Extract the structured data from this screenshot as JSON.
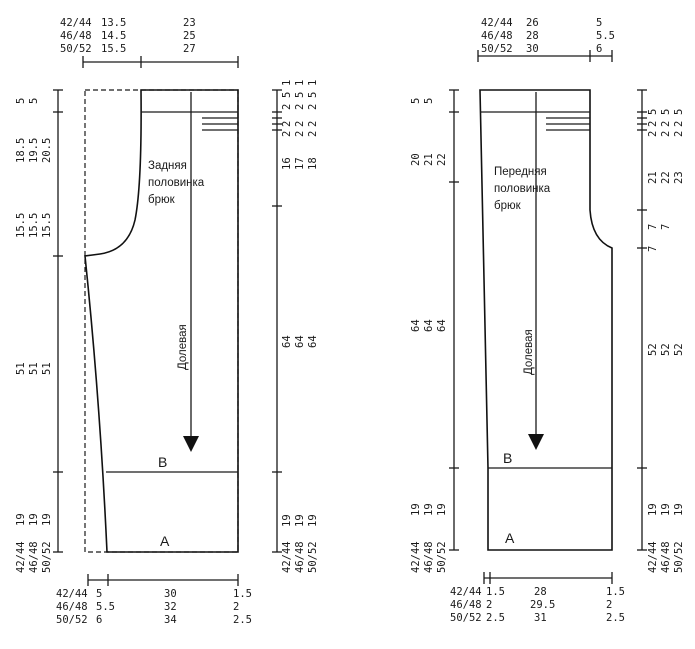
{
  "back": {
    "top_sizes": [
      "42/44",
      "46/48",
      "50/52"
    ],
    "top_col1": [
      "13.5",
      "14.5",
      "15.5"
    ],
    "top_col2": [
      "23",
      "25",
      "27"
    ],
    "left_groups": [
      [
        "5",
        "5"
      ],
      [
        "18.5",
        "19.5",
        "20.5"
      ],
      [
        "15.5",
        "15.5",
        "15.5"
      ],
      [
        "51",
        "51",
        "51"
      ],
      [
        "19",
        "19",
        "19"
      ]
    ],
    "left_sizes": [
      "42/44",
      "46/48",
      "50/52"
    ],
    "right_top": [
      [
        "2",
        "5",
        "1"
      ],
      [
        "2",
        "5",
        "1"
      ],
      [
        "2",
        "5",
        "1"
      ]
    ],
    "right_top2": [
      [
        "2",
        "2",
        "5"
      ],
      [
        "2",
        "2",
        "5"
      ],
      [
        "2",
        "2",
        "5"
      ]
    ],
    "right_mid": [
      "16",
      "17",
      "18"
    ],
    "right_len": [
      "64",
      "64",
      "64"
    ],
    "right_bottom": [
      "19",
      "19",
      "19"
    ],
    "right_sizes": [
      "42/44",
      "46/48",
      "50/52"
    ],
    "title_lines": [
      "Задняя",
      "половинка",
      "брюк"
    ],
    "grain": "Долевая",
    "line_b": "B",
    "line_a": "A",
    "bottom_sizes": [
      "42/44",
      "46/48",
      "50/52"
    ],
    "bottom_col1": [
      "5",
      "5.5",
      "6"
    ],
    "bottom_col2": [
      "30",
      "32",
      "34"
    ],
    "bottom_col3": [
      "1.5",
      "2",
      "2.5"
    ]
  },
  "front": {
    "top_sizes": [
      "42/44",
      "46/48",
      "50/52"
    ],
    "top_col1": [
      "26",
      "28",
      "30"
    ],
    "top_col2": [
      "5",
      "5.5",
      "6"
    ],
    "left_groups": [
      [
        "5",
        "5"
      ],
      [
        "20",
        "21",
        "22"
      ],
      [
        "64",
        "64",
        "64"
      ],
      [
        "19",
        "19",
        "19"
      ]
    ],
    "left_sizes": [
      "42/44",
      "46/48",
      "50/52"
    ],
    "right_top": [
      [
        "2",
        "2",
        "5"
      ],
      [
        "2",
        "2",
        "5"
      ],
      [
        "2",
        "2",
        "5"
      ]
    ],
    "right_mid": [
      "21",
      "22",
      "23"
    ],
    "right_crotch": [
      "7",
      "7",
      "7"
    ],
    "right_len": [
      "52",
      "52",
      "52"
    ],
    "right_bottom": [
      "19",
      "19",
      "19"
    ],
    "right_sizes": [
      "42/44",
      "46/48",
      "50/52"
    ],
    "title_lines": [
      "Передняя",
      "половинка",
      "брюк"
    ],
    "grain": "Долевая",
    "line_b": "B",
    "line_a": "A",
    "bottom_sizes": [
      "42/44",
      "46/48",
      "50/52"
    ],
    "bottom_col1": [
      "1.5",
      "2",
      "2.5"
    ],
    "bottom_col2": [
      "28",
      "29.5",
      "31"
    ],
    "bottom_col3": [
      "1.5",
      "2",
      "2.5"
    ]
  }
}
